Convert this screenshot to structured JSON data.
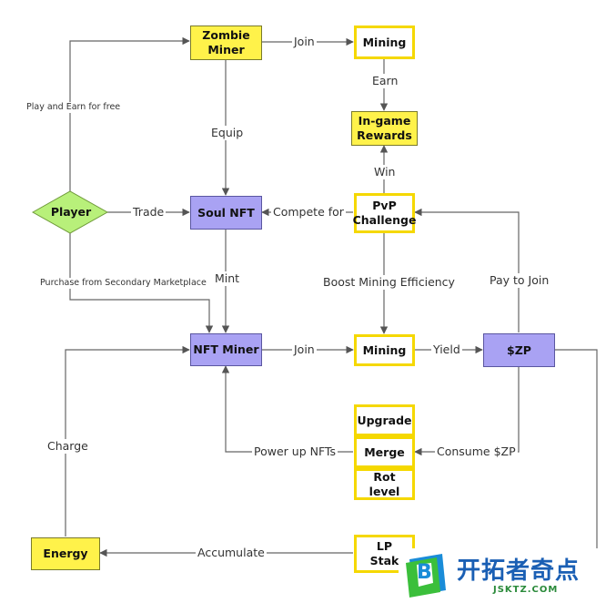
{
  "nodes": {
    "zombie_miner": "Zombie\nMiner",
    "mining_top": "Mining",
    "ingame_rewards": "In-game\nRewards",
    "player": "Player",
    "soul_nft": "Soul NFT",
    "pvp_challenge": "PvP\nChallenge",
    "nft_miner": "NFT Miner",
    "mining_mid": "Mining",
    "zp": "$ZP",
    "upgrade": "Upgrade",
    "merge": "Merge",
    "rot_level": "Rot level",
    "energy": "Energy",
    "lp_staking": "LP\nStak"
  },
  "edges": {
    "join_top": "Join",
    "earn": "Earn",
    "play_and_earn": "Play and Earn for free",
    "equip": "Equip",
    "win": "Win",
    "trade": "Trade",
    "compete_for": "Compete for",
    "mint": "Mint",
    "purchase_secondary": "Purchase from Secondary Marketplace",
    "boost_mining": "Boost Mining Efficiency",
    "pay_to_join": "Pay to Join",
    "join_mid": "Join",
    "yield": "Yield",
    "charge": "Charge",
    "power_up": "Power up NFTs",
    "consume_zp": "Consume $ZP",
    "accumulate": "Accumulate"
  },
  "watermark": {
    "brand": "开拓者奇点",
    "domain": "JSKTZ.COM",
    "logo_letter": "B"
  },
  "colors": {
    "yellow_fill": "#fff24a",
    "yellow_outline": "#f5d800",
    "purple": "#a9a2f3",
    "diamond": "#b8f07a",
    "line": "#666666"
  }
}
